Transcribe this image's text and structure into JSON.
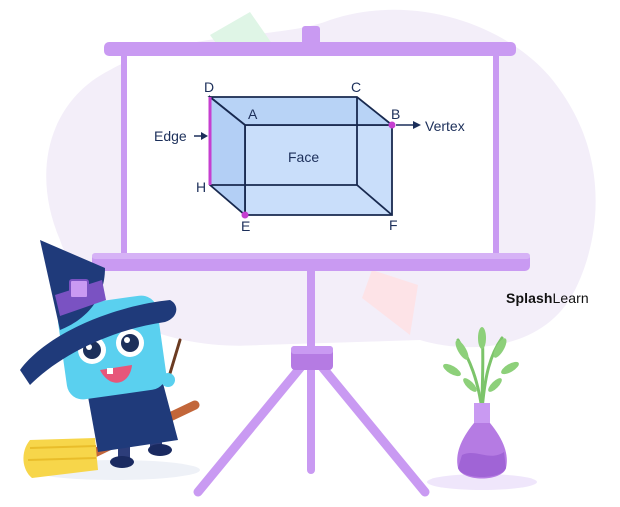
{
  "diagram": {
    "vertex_labels": {
      "A": "A",
      "B": "B",
      "C": "C",
      "D": "D",
      "E": "E",
      "F": "F",
      "H": "H"
    },
    "face_label": "Face",
    "edge_label": "Edge",
    "vertex_label": "Vertex"
  },
  "brand": {
    "part1": "Splash",
    "part2": "Learn"
  },
  "colors": {
    "board_frame": "#c99af2",
    "board_legs": "#c99af2",
    "prism_fill": "#c9defa",
    "prism_stroke": "#18294f",
    "highlight_edge": "#c63fd0",
    "arrow": "#1c2f5a",
    "blob": "#f3eef9",
    "witch_hat": "#1f3a7a",
    "witch_body": "#5ad0ef",
    "plant_vase": "#b57be3"
  },
  "icons": [
    "witch-mascot-illustration",
    "broom-illustration",
    "vase-plant-illustration",
    "sticky-note-illustration"
  ]
}
